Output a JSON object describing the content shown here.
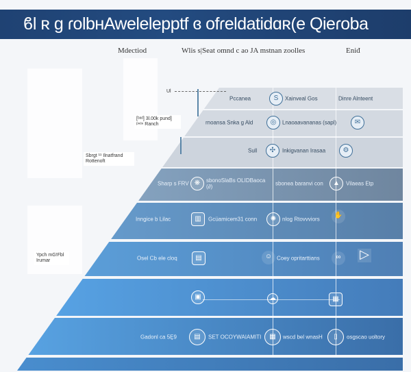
{
  "title": "ϐl ʀ g ɾolbʜAwelelepptf ɞ ofɾeldatidɑʀ(e Qieɾoba",
  "columns": [
    "Mdectiod",
    "Wlis s|Seat omnd c ao JA mstnan zoolles",
    "Eniđ"
  ],
  "side_labels": [
    "Ul",
    "[ᵇᵃᵈ] 3l.00k pund] ᵖⁿᵉⁿ Ranch",
    "Sbrgt ¹¹ Ilnatfrand Rottenoft",
    "Ypch mG!Fbl Irumar"
  ],
  "rows": [
    {
      "left": "Pccanea",
      "mid": "Xainveal Gos",
      "right": "Dinre Alnteent",
      "icons": [
        "s-badge-icon"
      ]
    },
    {
      "left": "rnoansa Snka g Ald",
      "mid": "Lnaoaavananas (sapl)",
      "right": "",
      "icons": [
        "target-icon",
        "chat-icon"
      ]
    },
    {
      "left": "Sull",
      "mid": "Inkigvanan Irasaa",
      "right": "",
      "icons": [
        "puzzle-icon",
        "gear-icon"
      ]
    },
    {
      "left": "Sharp s FRV",
      "mid": "sbonoSlaBs OLIDBaoca (∂)",
      "right": "sbonea baranvi con",
      "far": "Vilaeas Etp",
      "icons": [
        "brain-icon",
        "mountain-icon"
      ]
    },
    {
      "left": "Inngice b Lilac",
      "mid": "Gcüamicem31 conn",
      "right": "nlog Rtovvviors",
      "icons": [
        "book-icon",
        "network-icon",
        "hand-icon"
      ]
    },
    {
      "left": "Osel Cb ele cloq",
      "mid": "",
      "right": "Coey opritarttians",
      "icons": [
        "device-icon",
        "head-icon",
        "link-icon",
        "arrow-icon"
      ]
    },
    {
      "left": "",
      "mid": "",
      "right": "",
      "icons": [
        "tablet-icon",
        "cloud-icon",
        "cards-icon"
      ]
    },
    {
      "left": "Gadonl ca 5Ȩ9",
      "mid": "SET OCOYWAIAMITI",
      "right": "wscd bel wnasH",
      "far": "osgscao uoltory",
      "icons": [
        "document-icon",
        "calendar-icon",
        "phone-icon"
      ]
    }
  ],
  "colors": {
    "title": "#1f4273",
    "band_light": "#dde2e8",
    "band_slate": "#6f87a0",
    "band_blue": "#4e86c0"
  }
}
